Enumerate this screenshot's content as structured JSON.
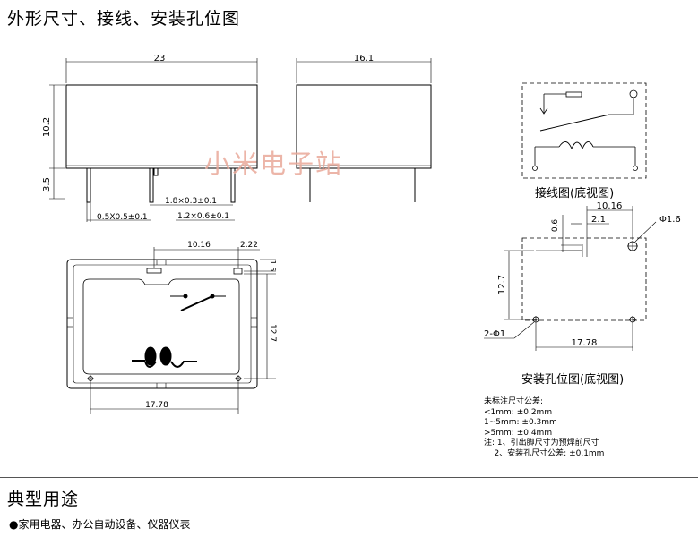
{
  "section1": {
    "title": "外形尺寸、接线、安装孔位图"
  },
  "front_view": {
    "width": "23",
    "height": "10.2",
    "pin_length": "3.5",
    "pin_a": "1.8×0.3±0.1",
    "pin_b": "0.5X0.5±0.1",
    "pin_c": "1.2×0.6±0.1"
  },
  "side_view": {
    "width": "16.1"
  },
  "bottom_view": {
    "top_pitch": "10.16",
    "top_offset": "2.22",
    "right_small": "1.5",
    "vertical_pitch": "12.7",
    "bottom_pitch": "17.78"
  },
  "wiring": {
    "caption": "接线图(底视图)"
  },
  "mounting": {
    "pitch_a": "10.16",
    "pitch_b": "2.1",
    "offset": "0.6",
    "hole_large": "Φ1.6",
    "vertical": "12.7",
    "hole_small": "2-Φ1",
    "horizontal": "17.78",
    "caption": "安装孔位图(底视图)"
  },
  "notes": {
    "lines": [
      "未标注尺寸公差:",
      "<1mm: ±0.2mm",
      "1~5mm: ±0.3mm",
      ">5mm: ±0.4mm",
      "注: 1、引出脚尺寸为预焊前尺寸",
      "    2、安装孔尺寸公差: ±0.1mm"
    ]
  },
  "watermark": "小米电子站",
  "section2": {
    "title": "典型用途",
    "bullet": "●家用电器、办公自动设备、仪器仪表"
  }
}
